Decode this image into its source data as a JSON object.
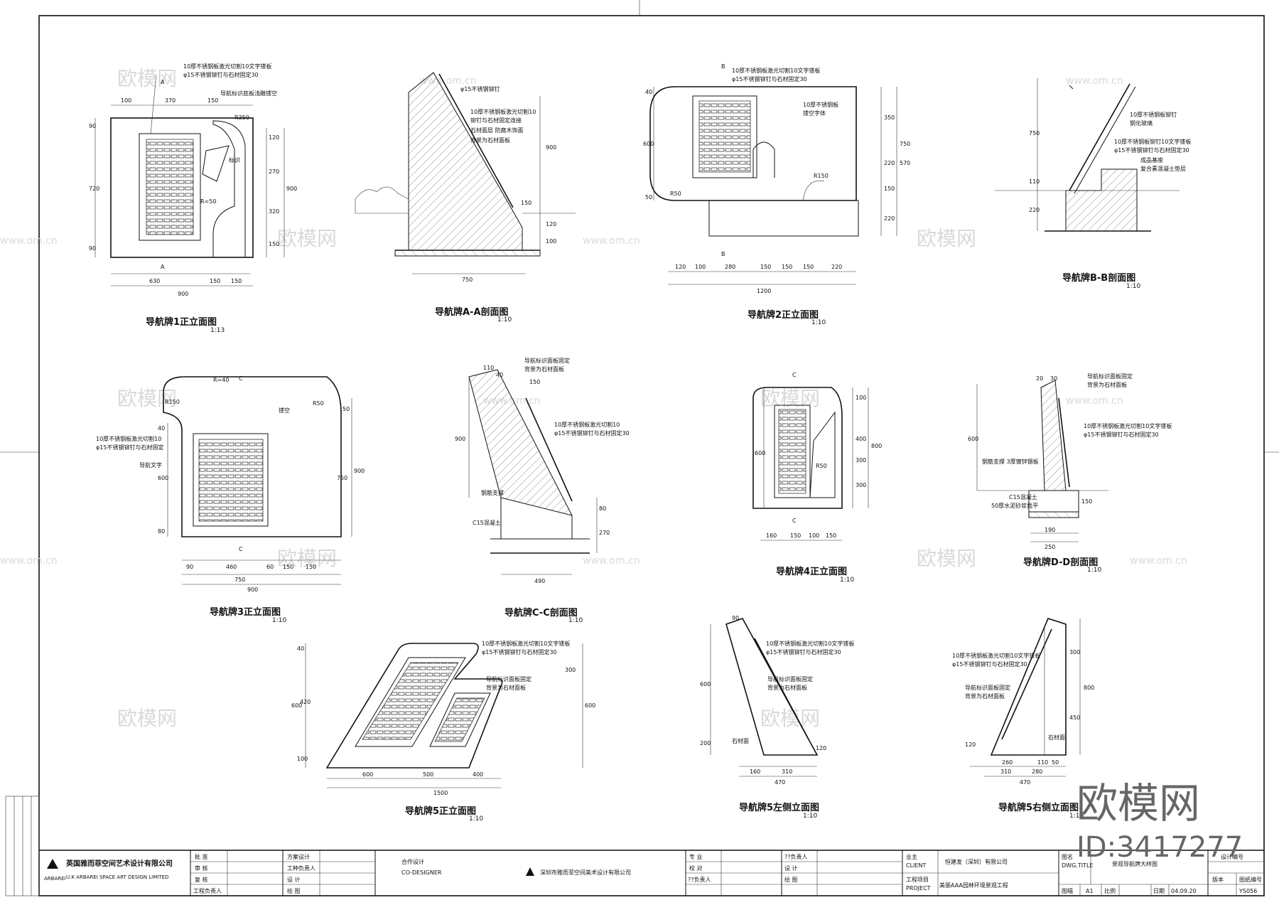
{
  "sheet": {
    "drawings": [
      {
        "id": "d1",
        "title": "导航牌1正立面图",
        "scale": "1:13",
        "dims": [
          "100",
          "370",
          "150",
          "90",
          "720",
          "90",
          "630",
          "150",
          "150",
          "900",
          "120",
          "270",
          "320",
          "150",
          "900"
        ],
        "notes": [
          "10厚不锈钢板激光切割10文字镂板",
          "φ15不锈钢铆钉与石材固定30",
          "导航标识底板浅雕镂空",
          "R350",
          "标识",
          "R=50"
        ],
        "section_marks": [
          "A",
          "A"
        ]
      },
      {
        "id": "d2",
        "title": "导航牌A-A剖面图",
        "scale": "1:10",
        "dims": [
          "900",
          "150",
          "120",
          "100",
          "750"
        ],
        "notes": [
          "φ15不锈钢铆钉",
          "10厚不锈钢板激光切割10",
          "铆钉与石材固定连接",
          "石材面层 防腐木饰面",
          "背景为石材面板"
        ]
      },
      {
        "id": "d3",
        "title": "导航牌2正立面图",
        "scale": "1:10",
        "dims": [
          "40",
          "600",
          "50",
          "350",
          "220",
          "150",
          "220",
          "750",
          "570",
          "120",
          "100",
          "280",
          "150",
          "150",
          "150",
          "220",
          "1200",
          "R50",
          "R150"
        ],
        "notes": [
          "10厚不锈钢板激光切割10文字镂板",
          "φ15不锈钢铆钉与石材固定30",
          "10厚不锈钢板",
          "镂空字体"
        ],
        "section_marks": [
          "B",
          "B"
        ]
      },
      {
        "id": "d4",
        "title": "导航牌B-B剖面图",
        "scale": "1:10",
        "dims": [
          "750",
          "110",
          "220"
        ],
        "notes": [
          "10厚不锈钢板铆钉",
          "钢化玻璃",
          "10厚不锈钢板铆钉10文字镂板",
          "φ15不锈钢铆钉与石材固定30",
          "成品基座",
          "复合素混凝土垫层"
        ]
      },
      {
        "id": "d5",
        "title": "导航牌3正立面图",
        "scale": "1:10",
        "dims": [
          "R=40",
          "R150",
          "R50",
          "50",
          "40",
          "600",
          "80",
          "900",
          "750",
          "90",
          "460",
          "60",
          "150",
          "150",
          "750",
          "900"
        ],
        "notes": [
          "10厚不锈钢板激光切割10",
          "φ15不锈钢铆钉与石材固定",
          "导航文字",
          "镂空"
        ],
        "section_marks": [
          "C",
          "C"
        ]
      },
      {
        "id": "d6",
        "title": "导航牌C-C剖面图",
        "scale": "1:10",
        "dims": [
          "110",
          "40",
          "150",
          "900",
          "80",
          "270",
          "490"
        ],
        "notes": [
          "导航标识面板固定",
          "背景为石材面板",
          "10厚不锈钢板激光切割10",
          "φ15不锈钢铆钉与石材固定30",
          "钢筋支撑",
          "C15混凝土"
        ]
      },
      {
        "id": "d7",
        "title": "导航牌4正立面图",
        "scale": "1:10",
        "dims": [
          "100",
          "600",
          "400",
          "300",
          "300",
          "800",
          "160",
          "150",
          "100",
          "150",
          "R50"
        ],
        "notes": [],
        "section_marks": [
          "C",
          "C"
        ]
      },
      {
        "id": "d8",
        "title": "导航牌D-D剖面图",
        "scale": "1:10",
        "dims": [
          "20",
          "30",
          "600",
          "150",
          "190",
          "250"
        ],
        "notes": [
          "导航标识面板固定",
          "背景为石材面板",
          "10厚不锈钢板激光切割10文字镂板",
          "φ15不锈钢铆钉与石材固定30",
          "钢筋支撑 3厚镀锌钢板",
          "C15混凝土",
          "50厚水泥砂浆找平"
        ]
      },
      {
        "id": "d9",
        "title": "导航牌5正立面图",
        "scale": "1:10",
        "dims": [
          "40",
          "600",
          "420",
          "100",
          "300",
          "600",
          "600",
          "500",
          "400",
          "1500"
        ],
        "notes": [
          "10厚不锈钢板激光切割10文字镂板",
          "φ15不锈钢铆钉与石材固定30",
          "导航标识面板固定",
          "背景为石材面板"
        ]
      },
      {
        "id": "d10",
        "title": "导航牌5左侧立面图",
        "scale": "1:10",
        "dims": [
          "90",
          "600",
          "200",
          "160",
          "310",
          "470",
          "120"
        ],
        "notes": [
          "10厚不锈钢板激光切割10文字镂板",
          "φ15不锈钢铆钉与石材固定30",
          "导航标识面板固定",
          "背景为石材面板",
          "石材面"
        ]
      },
      {
        "id": "d11",
        "title": "导航牌5右侧立面图",
        "scale": "1:10",
        "dims": [
          "300",
          "800",
          "450",
          "120",
          "260",
          "110",
          "50",
          "310",
          "280",
          "470"
        ],
        "notes": [
          "10厚不锈钢板激光切割10文字镂板",
          "φ15不锈钢铆钉与石材固定30",
          "导航标识面板固定",
          "背景为石材面板",
          "石材面"
        ]
      }
    ],
    "watermarks": {
      "text": "欧模网",
      "url": "www.om.cn"
    },
    "brand": {
      "name": "欧模网",
      "id": "ID:3417277"
    }
  },
  "title_block": {
    "firm_cn": "英国雅而菲空间艺术设计有限公司",
    "firm_en": "U.K ARBAREI SPACE ART DESIGN LIMITED",
    "logo_label": "ARBAREI",
    "roles_left": [
      "批 准",
      "审 核",
      "复 核",
      "工程负责人"
    ],
    "roles_mid": [
      "方案设计",
      "工种负责人",
      "设 计",
      "绘 图"
    ],
    "coop_label": "合作设计",
    "coop_en": "CO-DESIGNER",
    "firm2_cn": "深圳市雅而菲空间美术设计有限公司",
    "roles_right1": [
      "专 业",
      "校 对",
      "??负责人"
    ],
    "roles_right2": [
      "??负责人",
      "设 计",
      "绘 图"
    ],
    "client_label_cn": "业主",
    "client_label_en": "CLIENT",
    "client": "恒建发（深圳）有限公司",
    "project_label_cn": "工程项目",
    "project_label_en": "PROJECT",
    "project": "美丽AAA园林环境景观工程",
    "drawing_title_label": "图名",
    "drawing_title_en": "DWG.TITLE",
    "drawing_title": "景观导航牌大样图",
    "drawing_no_label": "设计编号",
    "version_label": "版本",
    "sheet_no_label": "图纸编号",
    "sheet_size_label": "图幅",
    "sheet_size": "A1",
    "ratio_label": "比例",
    "date_label": "日期",
    "date": "04.09.20",
    "sheet_no": "YS056"
  }
}
